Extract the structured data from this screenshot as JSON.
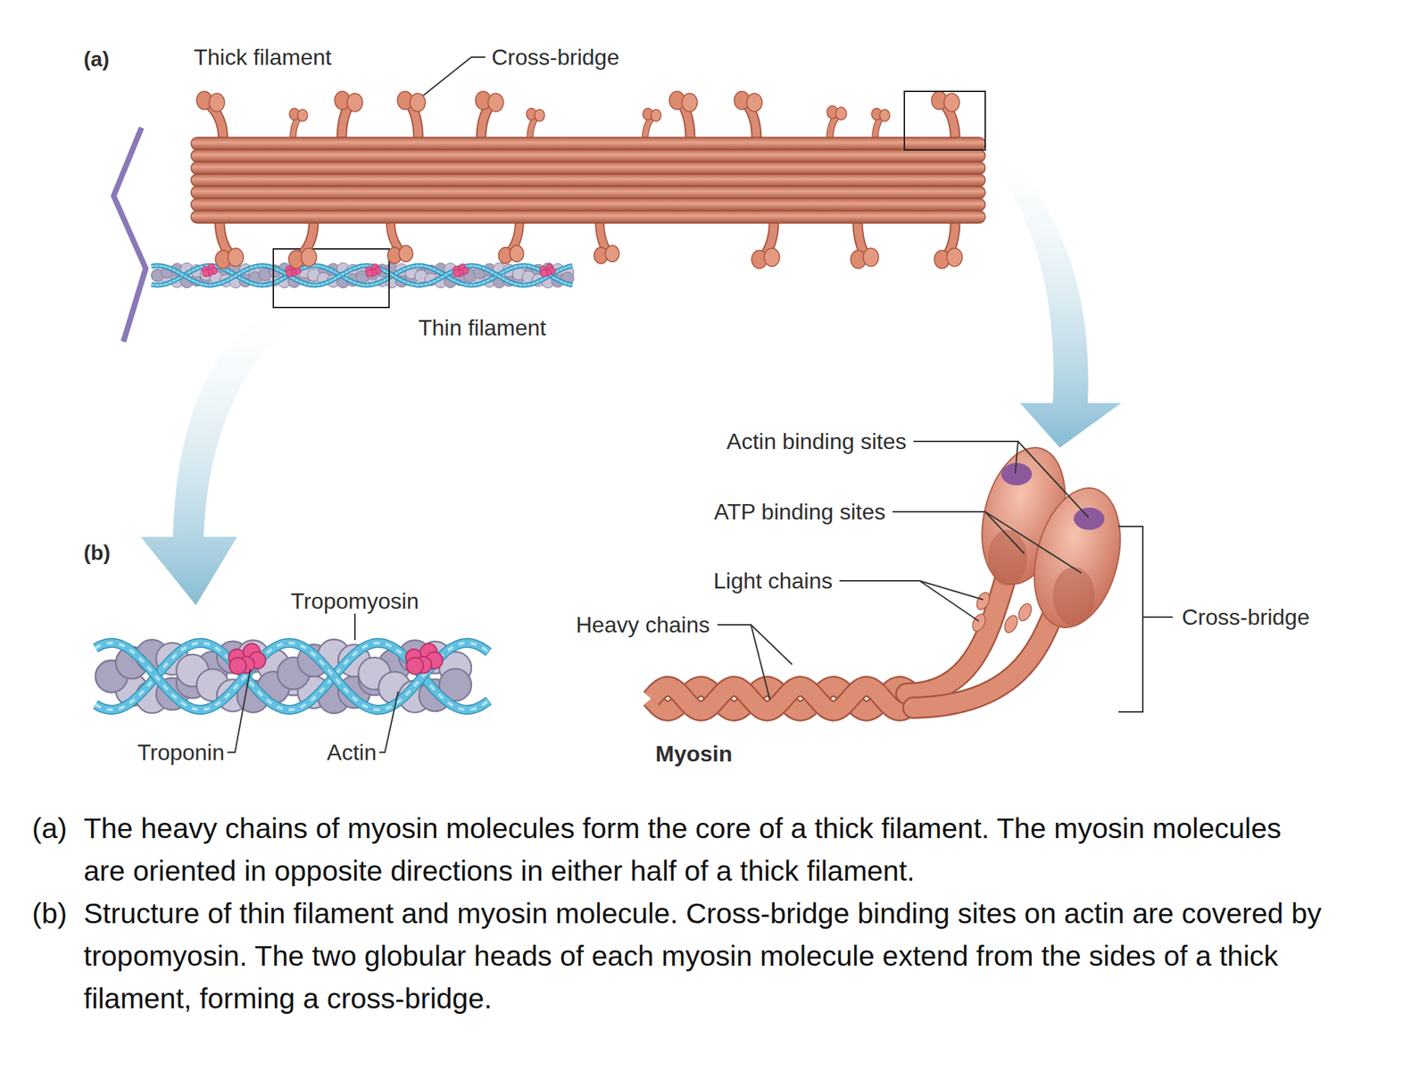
{
  "diagram": {
    "labels": [
      "(a)",
      "Thick filament",
      "Cross-bridge",
      "Thin filament",
      "(b)",
      "Tropomyosin",
      "Troponin",
      "Actin",
      "Actin binding sites",
      "ATP binding sites",
      "Light chains",
      "Heavy chains",
      "Cross-bridge",
      "Myosin",
      "(a)",
      "The heavy chains of myosin molecules form the core of a thick filament. The myosin molecules are oriented in opposite directions in either half of a thick filament.",
      "(b)",
      "Structure of thin filament and myosin molecule. Cross-bridge binding sites on actin are covered by tropomyosin. The two globular heads of each myosin molecule extend from the sides of a thick filament, forming a cross-bridge."
    ]
  }
}
